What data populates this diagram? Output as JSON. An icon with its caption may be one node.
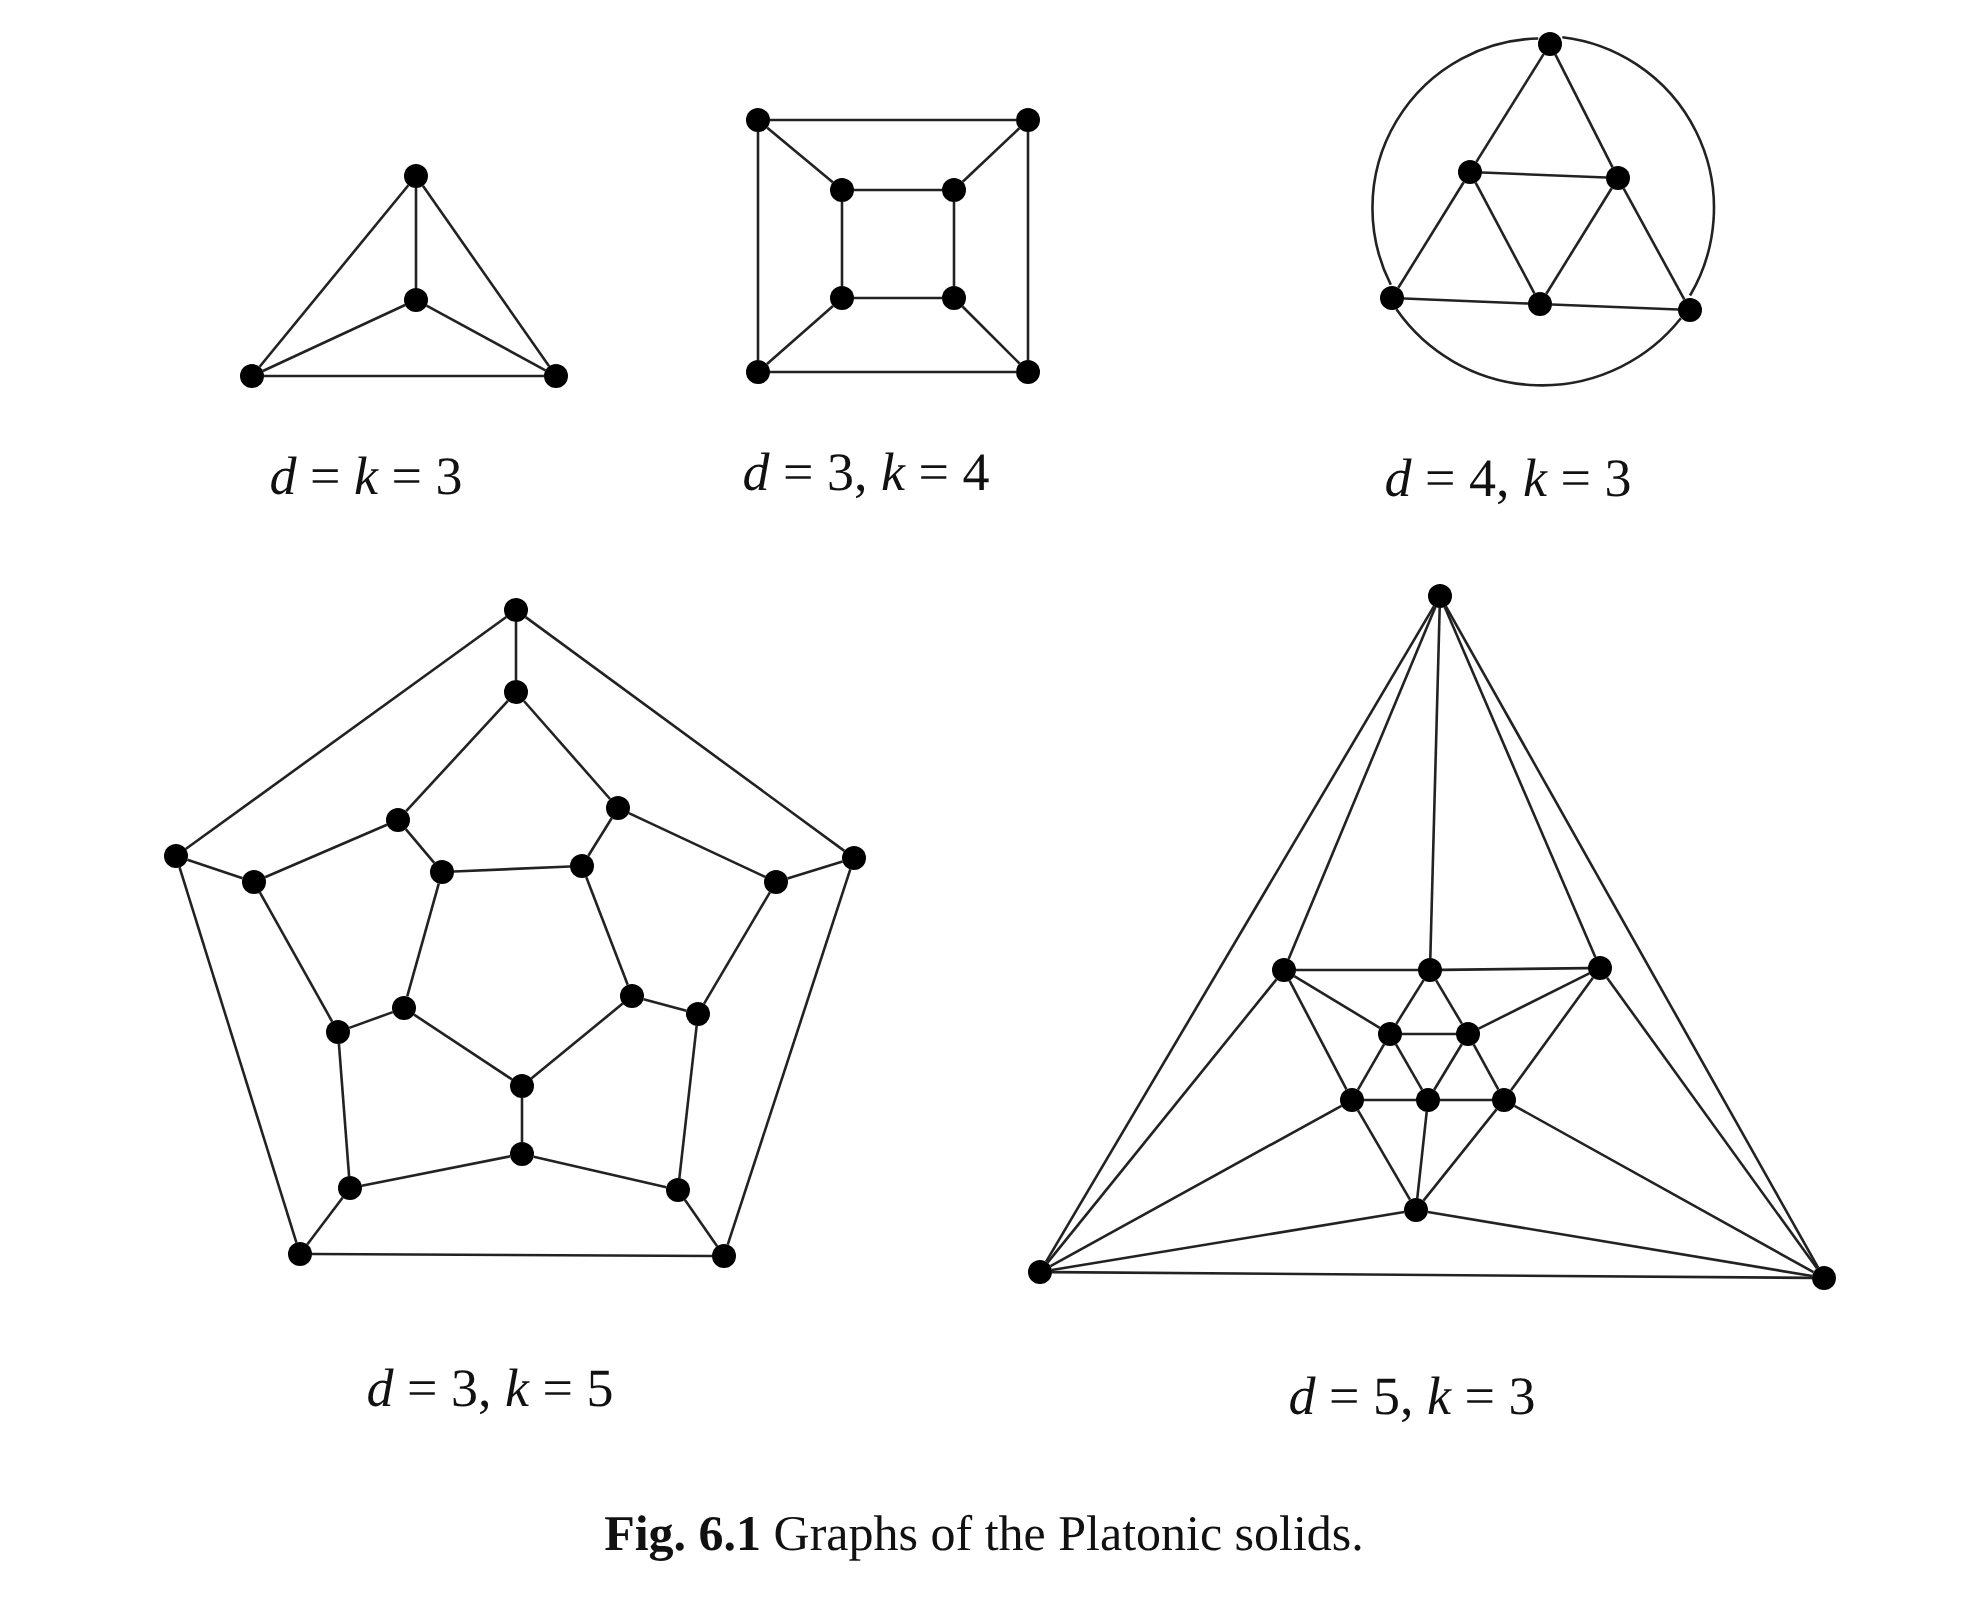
{
  "diagram": {
    "caption": "**Fig. 6.1** Graphs of the Platonic solids.",
    "nodes": [
      {
        "text": [],
        "shape": "circle"
      },
      {
        "text": [],
        "shape": "circle"
      },
      {
        "text": [],
        "shape": "circle"
      },
      {
        "text": [],
        "shape": "circle"
      },
      {
        "text": [],
        "shape": "circle"
      },
      {
        "text": [],
        "shape": "circle"
      },
      {
        "text": [],
        "shape": "circle"
      },
      {
        "text": [],
        "shape": "circle"
      },
      {
        "text": [],
        "shape": "circle"
      },
      {
        "text": [],
        "shape": "circle"
      },
      {
        "text": [],
        "shape": "circle"
      },
      {
        "text": [],
        "shape": "circle"
      },
      {
        "text": [],
        "shape": "circle"
      },
      {
        "text": [],
        "shape": "circle"
      },
      {
        "text": [],
        "shape": "circle"
      },
      {
        "text": [],
        "shape": "circle"
      },
      {
        "text": [],
        "shape": "circle"
      },
      {
        "text": [],
        "shape": "circle"
      },
      {
        "text": [],
        "shape": "circle"
      },
      {
        "text": [],
        "shape": "circle"
      },
      {
        "text": [],
        "shape": "circle"
      },
      {
        "text": [],
        "shape": "circle"
      },
      {
        "text": [],
        "shape": "circle"
      },
      {
        "text": [],
        "shape": "circle"
      },
      {
        "text": [],
        "shape": "circle"
      },
      {
        "text": [],
        "shape": "circle"
      },
      {
        "text": [],
        "shape": "circle"
      },
      {
        "text": [],
        "shape": "circle"
      },
      {
        "text": [],
        "shape": "circle"
      },
      {
        "text": [],
        "shape": "circle"
      },
      {
        "text": [],
        "shape": "circle"
      },
      {
        "text": [],
        "shape": "circle"
      },
      {
        "text": [],
        "shape": "circle"
      },
      {
        "text": [],
        "shape": "circle"
      },
      {
        "text": [],
        "shape": "circle"
      },
      {
        "text": [],
        "shape": "circle"
      },
      {
        "text": [],
        "shape": "circle"
      },
      {
        "text": [],
        "shape": "circle"
      },
      {
        "text": [],
        "shape": "circle"
      },
      {
        "text": [],
        "shape": "circle"
      },
      {
        "text": [],
        "shape": "circle"
      },
      {
        "text": [],
        "shape": "circle"
      },
      {
        "text": [],
        "shape": "circle"
      },
      {
        "text": [],
        "shape": "circle"
      },
      {
        "text": [],
        "shape": "circle"
      },
      {
        "text": [],
        "shape": "circle"
      },
      {
        "text": [],
        "shape": "circle"
      },
      {
        "text": [],
        "shape": "circle"
      },
      {
        "text": [],
        "shape": "circle"
      },
      {
        "text": [],
        "shape": "circle"
      }
    ],
    "edges": [
      {
        "from": 0,
        "to": 1,
        "arrow": "none"
      },
      {
        "from": 0,
        "to": 2,
        "arrow": "none"
      },
      {
        "from": 0,
        "to": 3,
        "arrow": "none"
      },
      {
        "from": 1,
        "to": 2,
        "arrow": "none"
      },
      {
        "from": 1,
        "to": 3,
        "arrow": "none"
      },
      {
        "from": 2,
        "to": 3,
        "arrow": "none"
      },
      {
        "from": 4,
        "to": 5,
        "arrow": "none"
      },
      {
        "from": 4,
        "to": 10,
        "arrow": "none"
      },
      {
        "from": 5,
        "to": 11,
        "arrow": "none"
      },
      {
        "from": 10,
        "to": 11,
        "arrow": "none"
      },
      {
        "from": 6,
        "to": 7,
        "arrow": "none"
      },
      {
        "from": 6,
        "to": 8,
        "arrow": "none"
      },
      {
        "from": 7,
        "to": 9,
        "arrow": "none"
      },
      {
        "from": 8,
        "to": 9,
        "arrow": "none"
      },
      {
        "from": 4,
        "to": 6,
        "arrow": "none"
      },
      {
        "from": 5,
        "to": 7,
        "arrow": "none"
      },
      {
        "from": 10,
        "to": 8,
        "arrow": "none"
      },
      {
        "from": 11,
        "to": 9,
        "arrow": "none"
      },
      {
        "from": 12,
        "to": 13,
        "arrow": "none"
      },
      {
        "from": 12,
        "to": 14,
        "arrow": "none"
      },
      {
        "from": 13,
        "to": 14,
        "arrow": "none"
      },
      {
        "from": 13,
        "to": 15,
        "arrow": "none"
      },
      {
        "from": 13,
        "to": 16,
        "arrow": "none"
      },
      {
        "from": 14,
        "to": 16,
        "arrow": "none"
      },
      {
        "from": 14,
        "to": 17,
        "arrow": "none"
      },
      {
        "from": 15,
        "to": 16,
        "arrow": "none"
      },
      {
        "from": 16,
        "to": 17,
        "arrow": "none"
      },
      {
        "from": 12,
        "to": 15,
        "arrow": "none"
      },
      {
        "from": 15,
        "to": 17,
        "arrow": "none"
      },
      {
        "from": 17,
        "to": 12,
        "arrow": "none"
      },
      {
        "from": 18,
        "to": 19,
        "arrow": "none"
      },
      {
        "from": 18,
        "to": 20,
        "arrow": "none"
      },
      {
        "from": 19,
        "to": 21,
        "arrow": "none"
      },
      {
        "from": 20,
        "to": 22,
        "arrow": "none"
      },
      {
        "from": 21,
        "to": 22,
        "arrow": "none"
      },
      {
        "from": 18,
        "to": 23,
        "arrow": "none"
      },
      {
        "from": 19,
        "to": 24,
        "arrow": "none"
      },
      {
        "from": 20,
        "to": 25,
        "arrow": "none"
      },
      {
        "from": 21,
        "to": 26,
        "arrow": "none"
      },
      {
        "from": 22,
        "to": 27,
        "arrow": "none"
      },
      {
        "from": 23,
        "to": 28,
        "arrow": "none"
      },
      {
        "from": 28,
        "to": 24,
        "arrow": "none"
      },
      {
        "from": 24,
        "to": 30,
        "arrow": "none"
      },
      {
        "from": 30,
        "to": 26,
        "arrow": "none"
      },
      {
        "from": 26,
        "to": 32,
        "arrow": "none"
      },
      {
        "from": 32,
        "to": 27,
        "arrow": "none"
      },
      {
        "from": 27,
        "to": 31,
        "arrow": "none"
      },
      {
        "from": 31,
        "to": 25,
        "arrow": "none"
      },
      {
        "from": 25,
        "to": 29,
        "arrow": "none"
      },
      {
        "from": 29,
        "to": 23,
        "arrow": "none"
      },
      {
        "from": 28,
        "to": 33,
        "arrow": "none"
      },
      {
        "from": 29,
        "to": 34,
        "arrow": "none"
      },
      {
        "from": 30,
        "to": 35,
        "arrow": "none"
      },
      {
        "from": 31,
        "to": 36,
        "arrow": "none"
      },
      {
        "from": 32,
        "to": 37,
        "arrow": "none"
      },
      {
        "from": 33,
        "to": 34,
        "arrow": "none"
      },
      {
        "from": 34,
        "to": 36,
        "arrow": "none"
      },
      {
        "from": 36,
        "to": 37,
        "arrow": "none"
      },
      {
        "from": 37,
        "to": 35,
        "arrow": "none"
      },
      {
        "from": 35,
        "to": 33,
        "arrow": "none"
      },
      {
        "from": 38,
        "to": 39,
        "arrow": "none"
      },
      {
        "from": 38,
        "to": 40,
        "arrow": "none"
      },
      {
        "from": 39,
        "to": 40,
        "arrow": "none"
      },
      {
        "from": 38,
        "to": 41,
        "arrow": "none"
      },
      {
        "from": 38,
        "to": 42,
        "arrow": "none"
      },
      {
        "from": 38,
        "to": 43,
        "arrow": "none"
      },
      {
        "from": 39,
        "to": 41,
        "arrow": "none"
      },
      {
        "from": 39,
        "to": 46,
        "arrow": "none"
      },
      {
        "from": 39,
        "to": 49,
        "arrow": "none"
      },
      {
        "from": 40,
        "to": 43,
        "arrow": "none"
      },
      {
        "from": 40,
        "to": 48,
        "arrow": "none"
      },
      {
        "from": 40,
        "to": 49,
        "arrow": "none"
      },
      {
        "from": 41,
        "to": 42,
        "arrow": "none"
      },
      {
        "from": 42,
        "to": 43,
        "arrow": "none"
      },
      {
        "from": 41,
        "to": 44,
        "arrow": "none"
      },
      {
        "from": 41,
        "to": 46,
        "arrow": "none"
      },
      {
        "from": 43,
        "to": 45,
        "arrow": "none"
      },
      {
        "from": 43,
        "to": 48,
        "arrow": "none"
      },
      {
        "from": 42,
        "to": 44,
        "arrow": "none"
      },
      {
        "from": 42,
        "to": 45,
        "arrow": "none"
      },
      {
        "from": 49,
        "to": 46,
        "arrow": "none"
      },
      {
        "from": 49,
        "to": 47,
        "arrow": "none"
      },
      {
        "from": 49,
        "to": 48,
        "arrow": "none"
      },
      {
        "from": 44,
        "to": 45,
        "arrow": "none"
      },
      {
        "from": 44,
        "to": 46,
        "arrow": "none"
      },
      {
        "from": 44,
        "to": 47,
        "arrow": "none"
      },
      {
        "from": 45,
        "to": 47,
        "arrow": "none"
      },
      {
        "from": 45,
        "to": 48,
        "arrow": "none"
      },
      {
        "from": 46,
        "to": 47,
        "arrow": "none"
      },
      {
        "from": 47,
        "to": 48,
        "arrow": "none"
      }
    ],
    "labels": [
      "*d* = *k* = 3",
      "*d* = 3, *k* = 4",
      "*d* = 4, *k* = 3",
      "*d* = 3, *k* = 5",
      "*d* = 5, *k* = 3"
    ]
  }
}
